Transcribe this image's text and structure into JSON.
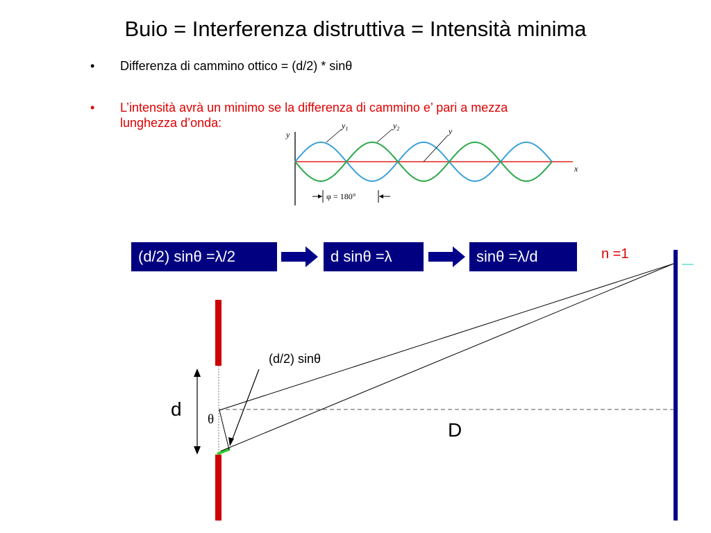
{
  "slide": {
    "title": "Buio = Interferenza distruttiva = Intensità minima",
    "bullets": [
      {
        "marker": "•",
        "text": "Differenza di cammino ottico = (d/2) * sinθ"
      },
      {
        "marker": "•",
        "line1": "L’intensità avrà un minimo se la differenza di cammino e’ pari a mezza",
        "line2": "lunghezza d’onda:"
      }
    ]
  },
  "wave_figure": {
    "y_axis": "y",
    "x_axis": "x",
    "curves": [
      "y1",
      "y2",
      "y"
    ],
    "curve_sub1": "1",
    "curve_sub2": "2",
    "phase_label": "φ = 180°",
    "colors": {
      "y1": "#3aa0d8",
      "y2": "#2aa84a",
      "y": "#e02020"
    }
  },
  "equation_chain": [
    "(d/2) sinθ =λ/2",
    "d sinθ =λ",
    "sinθ =λ/d"
  ],
  "geometry_labels": {
    "refractive_index": "n =1",
    "path_difference": "(d/2) sinθ",
    "slit_spacing": "d",
    "angle": "θ",
    "screen_distance": "D"
  },
  "colors": {
    "box_bg": "#000080",
    "arrow": "#00008b",
    "slit_wall": "#cc0000",
    "screen": "#00008b",
    "highlight_red": "#e00000",
    "green_segment": "#33cc33"
  }
}
